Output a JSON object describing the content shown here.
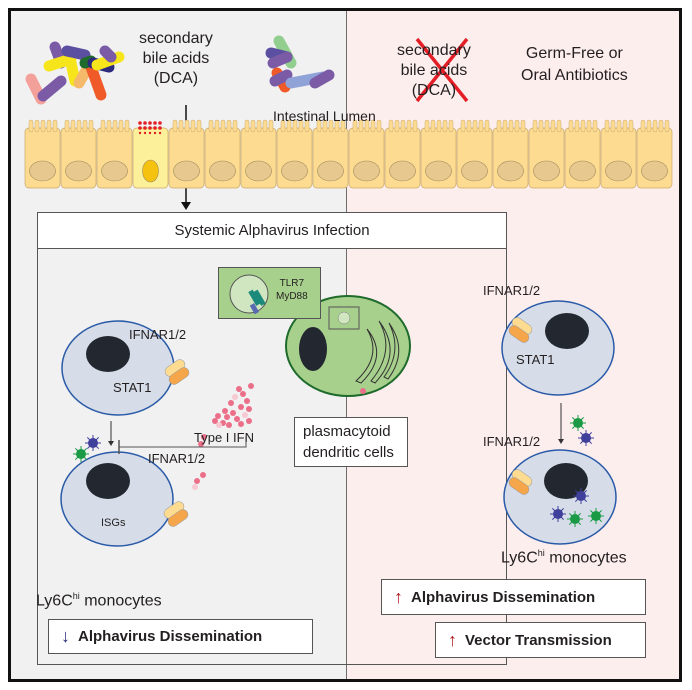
{
  "top": {
    "bile_acids_label": [
      "secondary",
      "bile acids",
      "(DCA)"
    ],
    "lumen_label": "Intestinal Lumen",
    "crossed_bile_acids_label": [
      "secondary",
      "bile acids",
      "(DCA)"
    ],
    "condition_label": [
      "Germ-Free or",
      "Oral Antibiotics"
    ]
  },
  "infection_header": "Systemic Alphavirus Infection",
  "left_panel": {
    "receptor_label_top": "IFNAR1/2",
    "stat_label": "STAT1",
    "cytokine_label": "Type I IFN",
    "receptor_label_bottom": "IFNAR1/2",
    "isg_label": "ISGs",
    "cell_type_label": "Ly6C",
    "cell_type_sup": "hi",
    "cell_type_suffix": " monocytes",
    "tlr_labels": [
      "TLR7",
      "MyD88"
    ],
    "pdc_label": [
      "plasmacytoid",
      "dendritic cells"
    ],
    "result": {
      "arrow": "↓",
      "text": "Alphavirus Dissemination",
      "arrow_color": "#2b2a7d"
    }
  },
  "right_panel": {
    "receptor_label_top": "IFNAR1/2",
    "stat_label": "STAT1",
    "receptor_label_bottom": "IFNAR1/2",
    "cell_type_label": "Ly6C",
    "cell_type_sup": "hi",
    "cell_type_suffix": " monocytes",
    "results": [
      {
        "arrow": "↑",
        "text": "Alphavirus Dissemination",
        "arrow_color": "#b3161c"
      },
      {
        "arrow": "↑",
        "text": "Vector Transmission",
        "arrow_color": "#b3161c"
      }
    ]
  },
  "colors": {
    "left_bg": "#f1f1f1",
    "right_bg": "#fdeeee",
    "cell_fill": "#d6dde8",
    "cell_border": "#2a5aa8",
    "nucleus": "#23272f",
    "pdc_fill": "#a8d08d",
    "pdc_border": "#1e6b2c",
    "ifn_dot": "#ec6f8a",
    "virus_blue": "#3f3f9c",
    "virus_green": "#1a9a45",
    "epithelium": "#fddc92",
    "epithelium_nucleus": "#e7c88e",
    "enteroendocrine_nucleus": "#f5c30f",
    "cross": "#e31e26"
  }
}
